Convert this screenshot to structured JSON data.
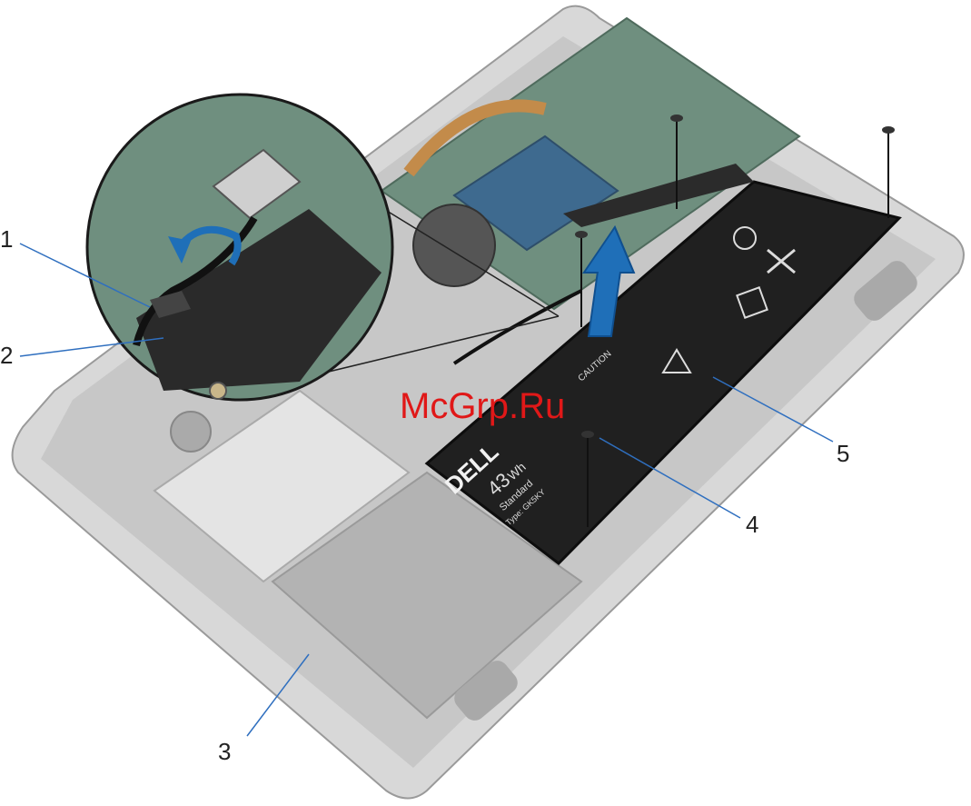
{
  "figure": {
    "callouts": [
      "1",
      "2",
      "3",
      "4",
      "5"
    ],
    "watermark": "McGrp.Ru",
    "battery_logo": "DELL",
    "battery_capacity": "43",
    "battery_unit": "Wh",
    "battery_grade": "Standard",
    "battery_type": "Type: GK5KY",
    "battery_caution": "CAUTION",
    "colors": {
      "arrow": "#1f6fb8",
      "callout_line": "#2f6fbf",
      "watermark": "#e01818",
      "battery": "#202020",
      "chassis": "#b9b9b9",
      "board": "#6f8f7f"
    },
    "icons": [
      "screw-icon",
      "lift-arrow-icon",
      "rotate-arrow-icon"
    ]
  }
}
